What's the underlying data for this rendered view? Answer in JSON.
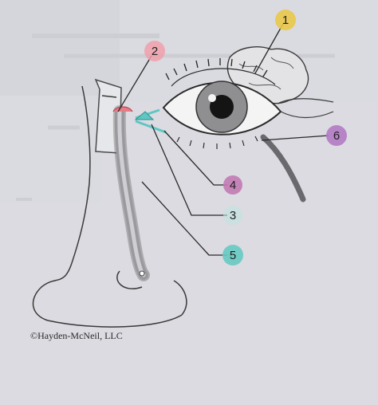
{
  "labels": [
    {
      "num": "1",
      "color": "#e8c84a",
      "structure_color": "#d9b53a"
    },
    {
      "num": "2",
      "color": "#f0a0aa",
      "structure_color": "#e77b86"
    },
    {
      "num": "3",
      "color": "#bfe3e0",
      "structure_color": "#5ec7c3"
    },
    {
      "num": "4",
      "color": "#c27ab4",
      "structure_color": "#9d3d91"
    },
    {
      "num": "5",
      "color": "#66c9c2",
      "structure_color": "#3fb7b0"
    },
    {
      "num": "6",
      "color": "#b27ac4",
      "structure_color": "#8a3c9e"
    }
  ],
  "copyright": "©Hayden-McNeil, LLC"
}
